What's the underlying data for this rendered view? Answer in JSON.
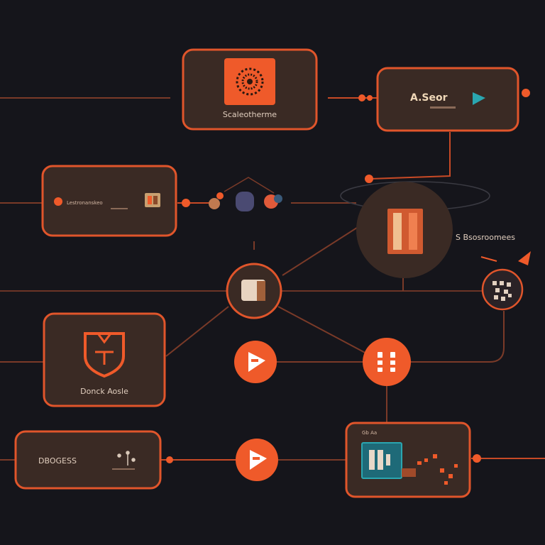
{
  "colors": {
    "background": "#15151b",
    "card_fill": "#3a2a24",
    "card_border": "#e0552b",
    "accent": "#ef5a2a",
    "line": "#7a3a28",
    "line_bright": "#c84a26",
    "label": "#e2cfbf"
  },
  "nodes": {
    "top_center": {
      "label": "Scaleotherme",
      "icon": "gear-cluster-icon"
    },
    "top_right": {
      "label": "A.Seor",
      "icon": "flag-icon"
    },
    "mid_left": {
      "label": "Lestronanskeo",
      "icon": "chip-icon"
    },
    "hub_circle": {
      "label": "S Bsosroomees",
      "icon": "document-icon"
    },
    "shield_card": {
      "label": "Donck Aosle",
      "icon": "shield-icon"
    },
    "bottom_left": {
      "label": "DBOGESS",
      "icon": "node-branch-icon"
    },
    "bottom_right": {
      "label": "Gb Aa",
      "icon": "monitor-icon"
    }
  }
}
